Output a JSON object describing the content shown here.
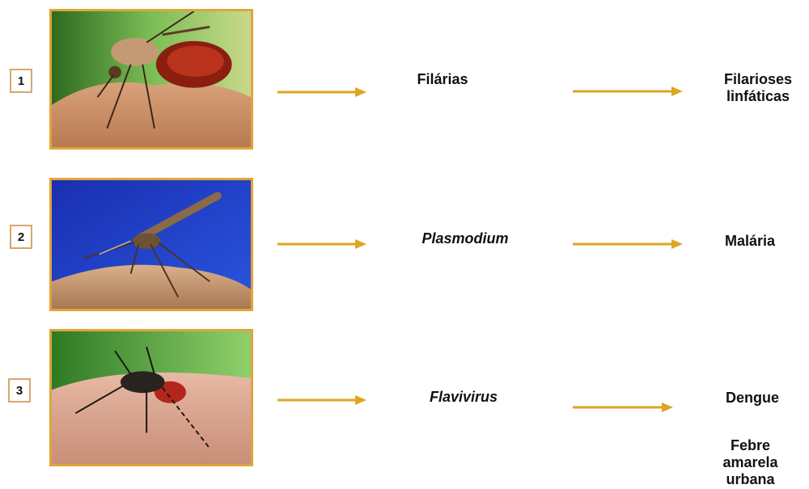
{
  "rows": [
    {
      "number": "1",
      "pathogen": "Filárias",
      "pathogen_italic": false,
      "diseases": [
        "Filarioses linfáticas"
      ]
    },
    {
      "number": "2",
      "pathogen": "Plasmodium",
      "pathogen_italic": true,
      "diseases": [
        "Malária"
      ]
    },
    {
      "number": "3",
      "pathogen": "Flavivirus",
      "pathogen_italic": true,
      "diseases": [
        "Dengue",
        "Febre amarela urbana"
      ]
    }
  ],
  "colors": {
    "arrow": "#dda520",
    "photo_border": "#e0a53a",
    "number_border": "#d9a66b"
  }
}
